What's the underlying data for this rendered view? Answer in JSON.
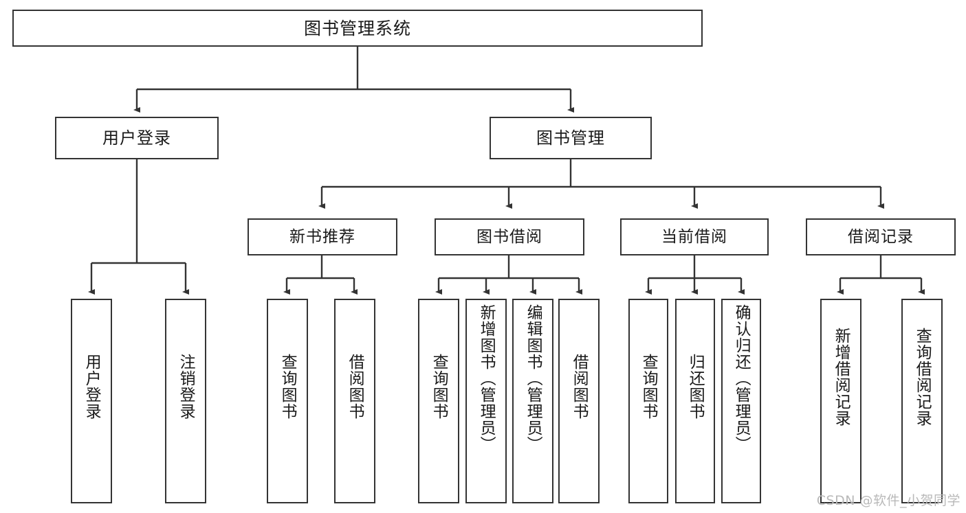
{
  "diagram": {
    "title": "图书管理系统",
    "type": "tree",
    "orientation": "top-down",
    "line_color": "#333333",
    "box_fill": "#ffffff",
    "text_color": "#1a1a1a",
    "nodes": {
      "root": {
        "label": "图书管理系统"
      },
      "level1": [
        {
          "label": "用户登录"
        },
        {
          "label": "图书管理"
        }
      ],
      "level2": [
        {
          "label": "新书推荐"
        },
        {
          "label": "图书借阅"
        },
        {
          "label": "当前借阅"
        },
        {
          "label": "借阅记录"
        }
      ],
      "leaves": {
        "user_login": [
          {
            "label": "用户登录"
          },
          {
            "label": "注销登录"
          }
        ],
        "new_book_recommend": [
          {
            "label": "查询图书"
          },
          {
            "label": "借阅图书"
          }
        ],
        "book_borrow": [
          {
            "label": "查询图书"
          },
          {
            "label": "新增图书（管理员）"
          },
          {
            "label": "编辑图书（管理员）"
          },
          {
            "label": "借阅图书"
          }
        ],
        "current_borrow": [
          {
            "label": "查询图书"
          },
          {
            "label": "归还图书"
          },
          {
            "label": "确认归还（管理员）"
          }
        ],
        "borrow_record": [
          {
            "label": "新增借阅记录"
          },
          {
            "label": "查询借阅记录"
          }
        ]
      }
    }
  },
  "watermark": {
    "text": "CSDN @软件_小贺同学"
  }
}
